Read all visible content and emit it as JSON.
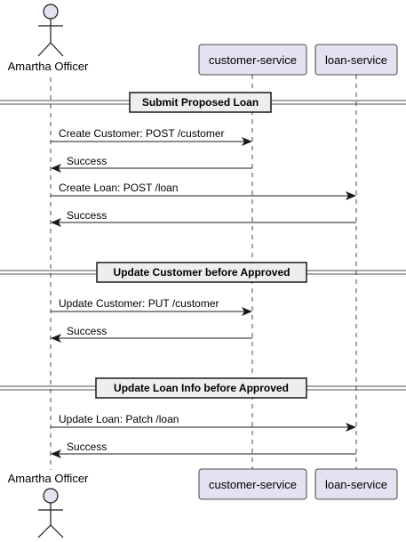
{
  "participants": {
    "officer": "Amartha Officer",
    "customer": "customer-service",
    "loan": "loan-service"
  },
  "sections": [
    {
      "title": "Submit Proposed Loan"
    },
    {
      "title": "Update Customer before Approved"
    },
    {
      "title": "Update Loan Info before Approved"
    }
  ],
  "messages": [
    {
      "label": "Create Customer: POST /customer",
      "from": "officer",
      "to": "customer"
    },
    {
      "label": "Success",
      "from": "customer",
      "to": "officer"
    },
    {
      "label": "Create Loan: POST /loan",
      "from": "officer",
      "to": "loan"
    },
    {
      "label": "Success",
      "from": "loan",
      "to": "officer"
    },
    {
      "label": "Update Customer: PUT /customer",
      "from": "officer",
      "to": "customer"
    },
    {
      "label": "Success",
      "from": "customer",
      "to": "officer"
    },
    {
      "label": "Update Loan: Patch /loan",
      "from": "officer",
      "to": "loan"
    },
    {
      "label": "Success",
      "from": "loan",
      "to": "officer"
    }
  ],
  "colors": {
    "participant_fill": "#e2e2f0",
    "participant_stroke": "#181818",
    "lifeline": "#181818",
    "divider_fill": "#eeeeee"
  }
}
